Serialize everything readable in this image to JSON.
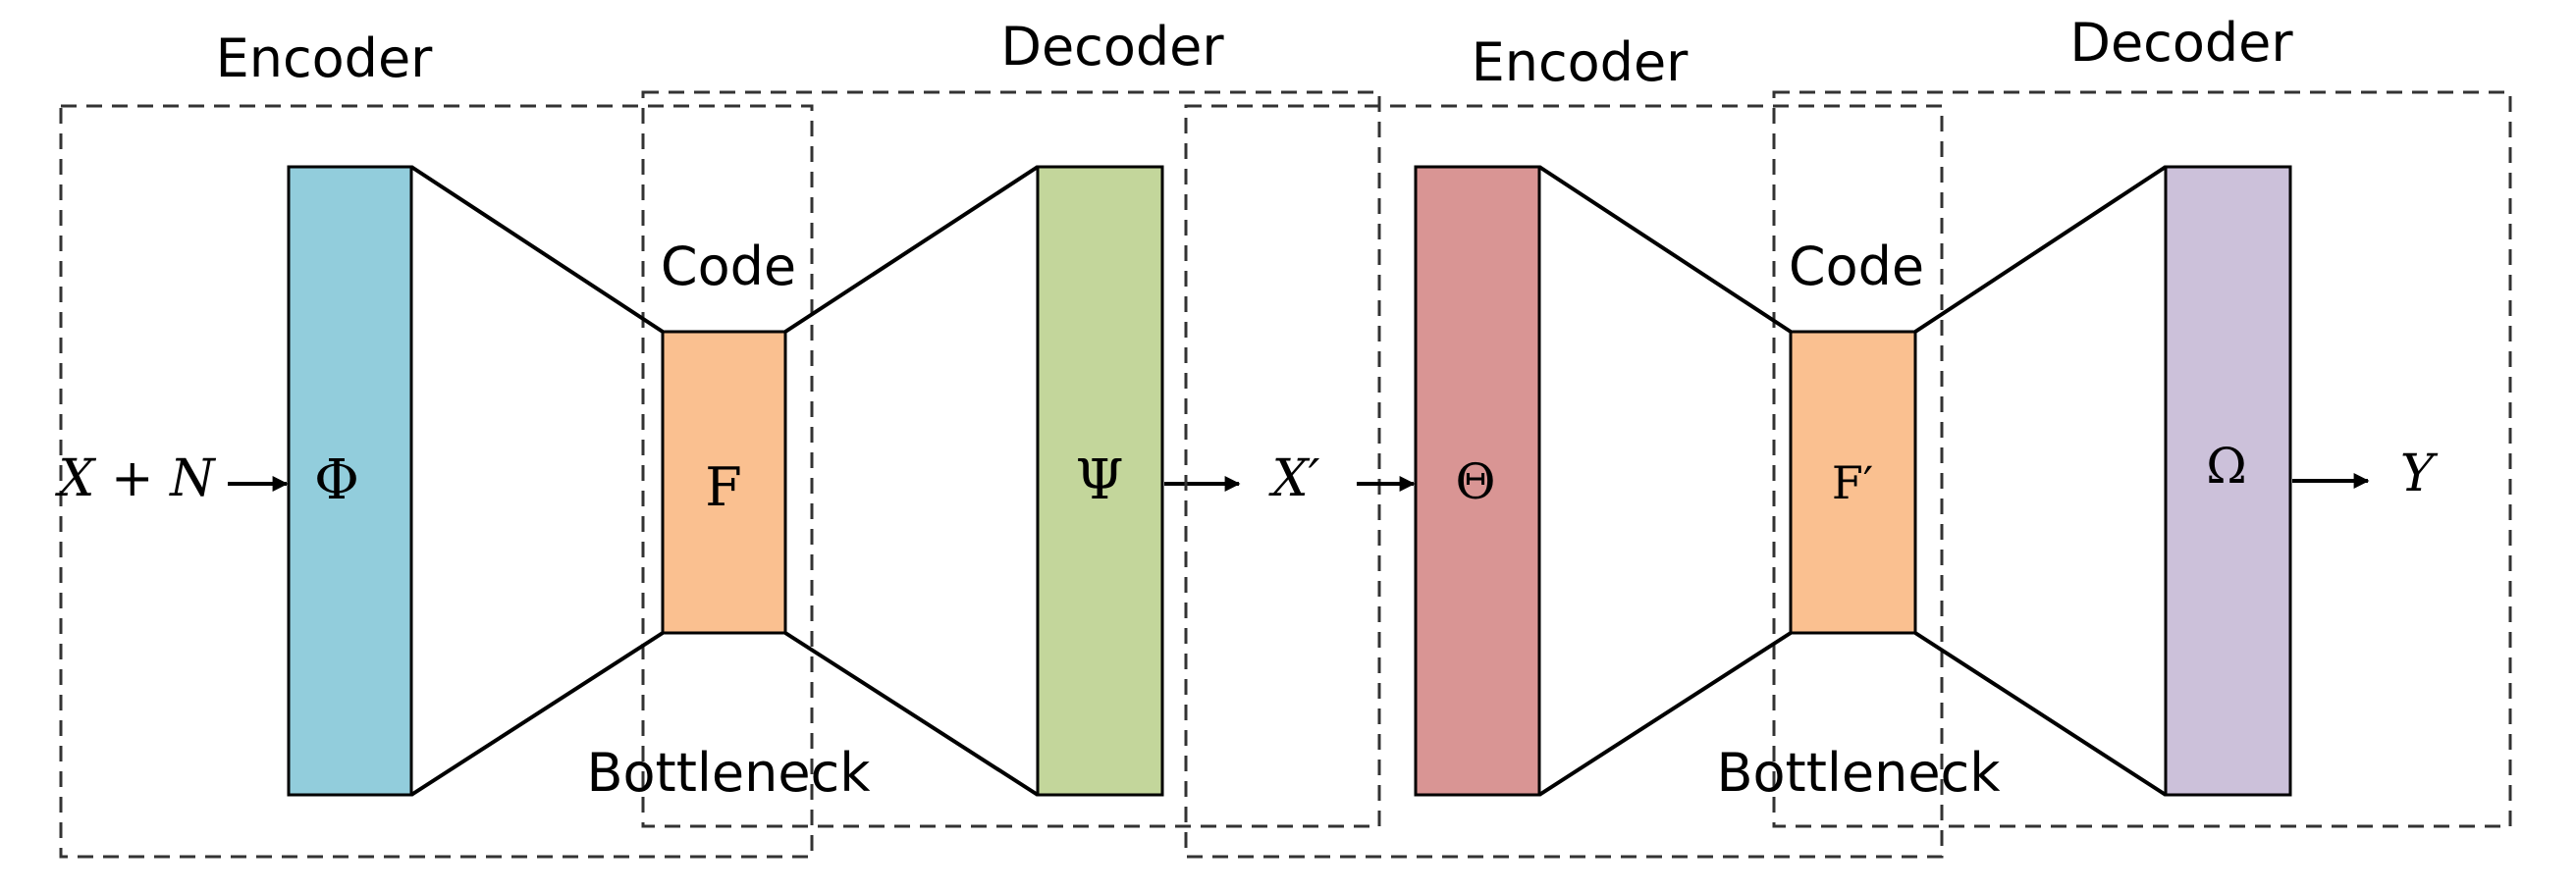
{
  "stages": [
    {
      "encoder_label": "Encoder",
      "decoder_label": "Decoder",
      "code_label": "Code",
      "bottleneck_label": "Bottleneck",
      "input_label": "X + N",
      "output_label": "X′",
      "encoder_symbol": "Φ",
      "code_symbol": "F",
      "decoder_symbol": "Ψ",
      "encoder_color": "#92CDDC",
      "code_color": "#FAC090",
      "decoder_color": "#C3D69B"
    },
    {
      "encoder_label": "Encoder",
      "decoder_label": "Decoder",
      "code_label": "Code",
      "bottleneck_label": "Bottleneck",
      "input_label": "X′",
      "output_label": "Y",
      "encoder_symbol": "Θ",
      "code_symbol": "F′",
      "decoder_symbol": "Ω",
      "encoder_color": "#D99594",
      "code_color": "#FAC090",
      "decoder_color": "#CCC1DA"
    }
  ]
}
